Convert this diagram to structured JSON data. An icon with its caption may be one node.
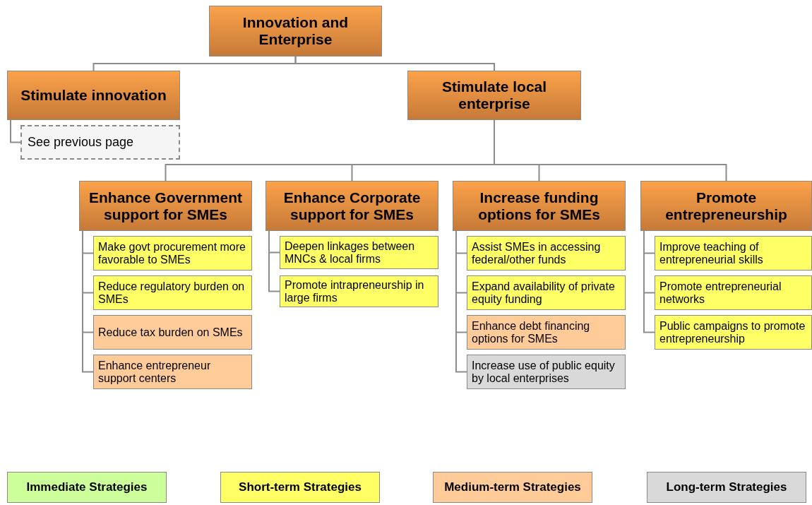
{
  "diagram": {
    "nodes": [
      {
        "text": [
          "Innovation and Enterprise"
        ]
      },
      {
        "text": [
          "Stimulate innovation"
        ]
      },
      {
        "text": [
          "See previous page"
        ]
      },
      {
        "text": [
          "Stimulate local enterprise"
        ]
      },
      {
        "text": [
          "Enhance Government support for SMEs"
        ]
      },
      {
        "text": [
          "Make govt procurement more favorable to SMEs"
        ]
      },
      {
        "text": [
          "Reduce regulatory burden on SMEs"
        ]
      },
      {
        "text": [
          "Reduce tax burden on SMEs"
        ]
      },
      {
        "text": [
          "Enhance entrepreneur support centers"
        ]
      },
      {
        "text": [
          "Enhance Corporate support for SMEs"
        ]
      },
      {
        "text": [
          "Deepen linkages between MNCs & local firms"
        ]
      },
      {
        "text": [
          "Promote intrapreneurship in large firms"
        ]
      },
      {
        "text": [
          "Increase funding options for SMEs"
        ]
      },
      {
        "text": [
          "Assist SMEs in accessing federal/other funds"
        ]
      },
      {
        "text": [
          "Expand availability of private equity funding"
        ]
      },
      {
        "text": [
          "Enhance debt financing options for SMEs"
        ]
      },
      {
        "text": [
          "Increase use of public equity by local enterprises"
        ]
      },
      {
        "text": [
          "Promote entrepreneurship"
        ]
      },
      {
        "text": [
          "Improve teaching of entrepreneurial skills"
        ]
      },
      {
        "text": [
          "Promote entrepreneurial networks"
        ]
      },
      {
        "text": [
          "Public campaigns to promote entrepreneurship"
        ]
      }
    ],
    "edges": [
      {
        "from": 0,
        "to": 1,
        "arrow": "none"
      },
      {
        "from": 0,
        "to": 3,
        "arrow": "none"
      },
      {
        "from": 1,
        "to": 2,
        "arrow": "none"
      },
      {
        "from": 3,
        "to": 4,
        "arrow": "none"
      },
      {
        "from": 3,
        "to": 9,
        "arrow": "none"
      },
      {
        "from": 3,
        "to": 12,
        "arrow": "none"
      },
      {
        "from": 3,
        "to": 17,
        "arrow": "none"
      },
      {
        "from": 4,
        "to": 5,
        "arrow": "none"
      },
      {
        "from": 4,
        "to": 6,
        "arrow": "none"
      },
      {
        "from": 4,
        "to": 7,
        "arrow": "none"
      },
      {
        "from": 4,
        "to": 8,
        "arrow": "none"
      },
      {
        "from": 9,
        "to": 10,
        "arrow": "none"
      },
      {
        "from": 9,
        "to": 11,
        "arrow": "none"
      },
      {
        "from": 12,
        "to": 13,
        "arrow": "none"
      },
      {
        "from": 12,
        "to": 14,
        "arrow": "none"
      },
      {
        "from": 12,
        "to": 15,
        "arrow": "none"
      },
      {
        "from": 12,
        "to": 16,
        "arrow": "none"
      },
      {
        "from": 17,
        "to": 18,
        "arrow": "none"
      },
      {
        "from": 17,
        "to": 19,
        "arrow": "none"
      },
      {
        "from": 17,
        "to": 20,
        "arrow": "none"
      }
    ],
    "legend": [
      {
        "text": "Immediate Strategies",
        "color": "#ccff99"
      },
      {
        "text": "Short-term Strategies",
        "color": "#ffff66"
      },
      {
        "text": "Medium-term Strategies",
        "color": "#ffcc99"
      },
      {
        "text": "Long-term Strategies",
        "color": "#d9d9d9"
      }
    ]
  }
}
